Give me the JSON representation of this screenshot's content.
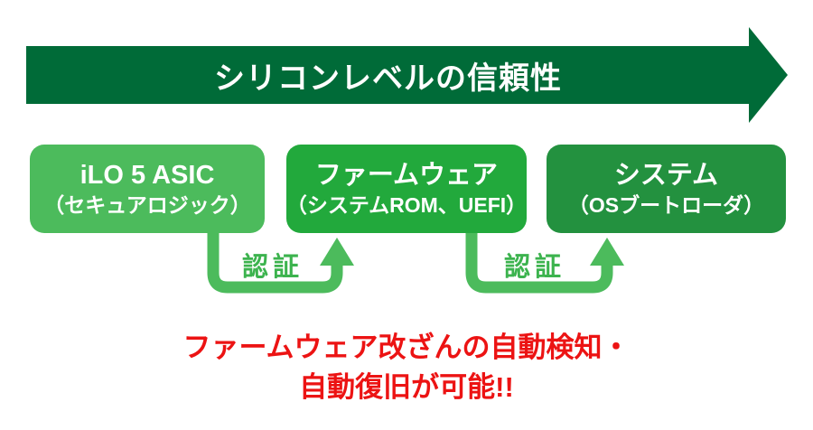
{
  "banner": {
    "title": "シリコンレベルの信頼性",
    "bg_color": "#006B38",
    "text_color": "#FFFFFF"
  },
  "boxes": [
    {
      "id": "ilo5-asic",
      "line1": "iLO 5 ASIC",
      "line2": "（セキュアロジック）",
      "bg_color": "#4CBB5C"
    },
    {
      "id": "firmware",
      "line1": "ファームウェア",
      "line2": "（システムROM、UEFI）",
      "bg_color": "#22A93C"
    },
    {
      "id": "system",
      "line1": "システム",
      "line2": "（OSブートローダ）",
      "bg_color": "#23913F"
    }
  ],
  "connectors": [
    {
      "from": "ilo5-asic",
      "to": "firmware",
      "label": "認証"
    },
    {
      "from": "firmware",
      "to": "system",
      "label": "認証"
    }
  ],
  "connector_color": "#4CBB5C",
  "auth_label_color": "#3CB34E",
  "footnote": {
    "line1": "ファームウェア改ざんの自動検知・",
    "line2": "自動復旧が可能!!",
    "color": "#EC1313"
  }
}
